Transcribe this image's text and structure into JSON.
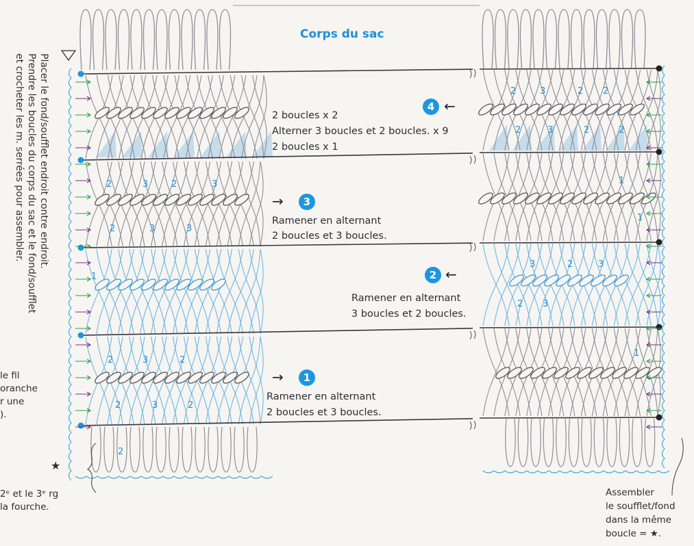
{
  "title": "Corps du sac",
  "side_instructions": [
    "Placer le fond/soufflet endroit contre endroit.",
    "Prendre les boucles du corps du sac et le fond/soufflet",
    "et crocheter les m. serrées pour assembler."
  ],
  "left_margin_notes": [
    "le fil",
    "oranche",
    "r une",
    ")."
  ],
  "row_note": [
    "2ᵉ et le 3ᵉ rg",
    "la fourche."
  ],
  "star": "★",
  "steps": [
    {
      "badge": "4",
      "arrow": "←",
      "lines": [
        "2 boucles x 2",
        "Alterner 3 boucles et 2 boucles. x 9",
        "2 boucles x 1"
      ]
    },
    {
      "badge": "3",
      "arrow": "→",
      "lines": [
        "Ramener en alternant",
        "2 boucles et 3 boucles."
      ]
    },
    {
      "badge": "2",
      "arrow": "←",
      "lines": [
        "Ramener en alternant",
        "3 boucles et 2 boucles."
      ]
    },
    {
      "badge": "1",
      "arrow": "→",
      "lines": [
        "Ramener en alternant",
        "2 boucles et 3 boucles."
      ]
    }
  ],
  "assemble_note": [
    "Assembler",
    "le soufflet/fond",
    "dans la même",
    "boucle = ★."
  ],
  "loop_counts": {
    "row4_right": [
      "2",
      "3",
      "2",
      "2",
      "2",
      "3",
      "2",
      "2"
    ],
    "row3_left": [
      "2",
      "3",
      "2",
      "3",
      "2",
      "3",
      "3"
    ],
    "row3_right": [
      "1",
      "1"
    ],
    "row2_left": [
      "1"
    ],
    "row2_right": [
      "3",
      "2",
      "3",
      "2",
      "3"
    ],
    "row1_left": [
      "2",
      "3",
      "2",
      "2",
      "3",
      "2"
    ],
    "row1_right": [
      "1"
    ],
    "bottom_left": [
      "2"
    ]
  },
  "colors": {
    "accent": "#1d96e1",
    "rod": "#3c3440",
    "loop": "#8e8e96",
    "fill": "#bcd7ea",
    "edge": "#4aa8dd"
  }
}
